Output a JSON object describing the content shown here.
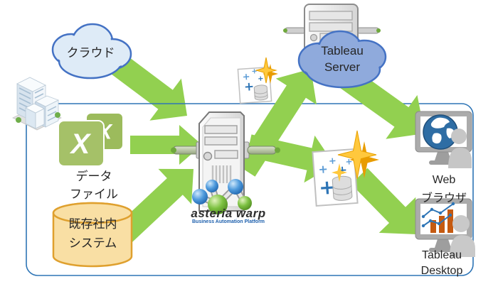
{
  "labels": {
    "cloud": "クラウド",
    "tableau_server": [
      "Tableau",
      "Server"
    ],
    "data_file": [
      "データ",
      "ファイル"
    ],
    "legacy_system": [
      "既存社内",
      "システム"
    ],
    "web_browser": [
      "Web",
      "ブラウザ"
    ],
    "tableau_desktop": [
      "Tableau",
      "Desktop"
    ],
    "asteria_logo": "asteria warp",
    "asteria_tagline": "Business Automation Platform"
  },
  "colors": {
    "arrow_green": "#92D050",
    "boundary_blue": "#2E75B6",
    "cloud_fill": "#DEEBF7",
    "cloud_stroke": "#4472C4",
    "tableau_cloud_fill": "#8FAADC",
    "excel_green": "#9CBB5C",
    "excel_green_light": "#A5C168",
    "cylinder_fill": "#F9DFA4",
    "cylinder_stroke": "#DFA02E",
    "star_gold": "#FFC83D",
    "star_gold_dark": "#E89C00",
    "tableau_plus_blue": "#2E75B6",
    "tableau_plus_blue_light": "#5B9BD5",
    "chart_bar_orange": "#C55A11"
  },
  "icons": {
    "office_building": "isometric-office-buildings",
    "cloud": "cloud-shape",
    "excel_files": "green-squares-with-white-x",
    "legacy_database": "database-cylinder",
    "asteria_hub": "tower-server-with-molecule",
    "tableau_extract": "document-with-plus-marks-database-and-sparkle",
    "tableau_server_host": "tower-server-behind-cloud",
    "web_browser_user": "monitor-with-globe-and-person",
    "tableau_desktop_user": "monitor-with-chart-and-person"
  }
}
